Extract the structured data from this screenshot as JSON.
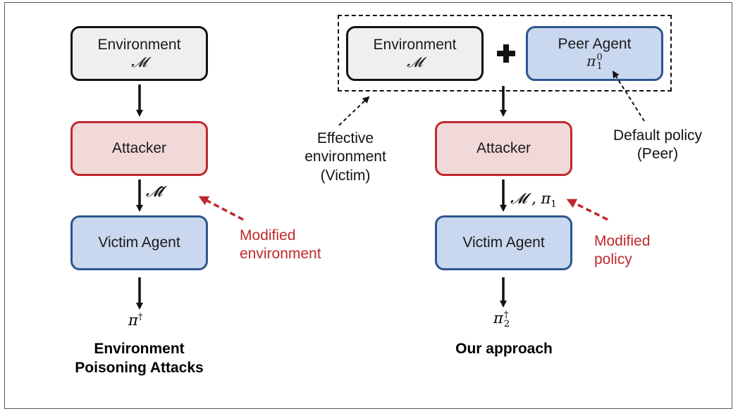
{
  "left": {
    "environment": {
      "label": "Environment",
      "symbol": "𝓜"
    },
    "attacker": {
      "label": "Attacker"
    },
    "arrow_symbol": "𝓜̂",
    "victim": {
      "label": "Victim Agent"
    },
    "modified_note": [
      "Modified",
      "environment"
    ],
    "output_symbol": "π",
    "output_sup": "†",
    "title": [
      "Environment",
      "Poisoning Attacks"
    ]
  },
  "right": {
    "environment": {
      "label": "Environment",
      "symbol": "𝓜"
    },
    "peer": {
      "label": "Peer Agent",
      "symbol": "π",
      "sub": "1",
      "sup": "0"
    },
    "effective_note": [
      "Effective",
      "environment",
      "(Victim)"
    ],
    "default_note": [
      "Default policy",
      "(Peer)"
    ],
    "attacker": {
      "label": "Attacker"
    },
    "arrow_symbol": "𝓜 , π",
    "arrow_sub": "1",
    "victim": {
      "label": "Victim Agent"
    },
    "modified_note": [
      "Modified",
      "policy"
    ],
    "output_symbol": "π",
    "output_sup": "†",
    "output_sub": "2",
    "title": "Our approach"
  },
  "colors": {
    "env_border": "#111111",
    "env_fill": "#efefef",
    "attacker_border": "#c0282d",
    "attacker_fill": "#f2d9d9",
    "victim_border": "#2d5590",
    "victim_fill": "#c9d8ee",
    "accent_red": "#c0282d"
  }
}
